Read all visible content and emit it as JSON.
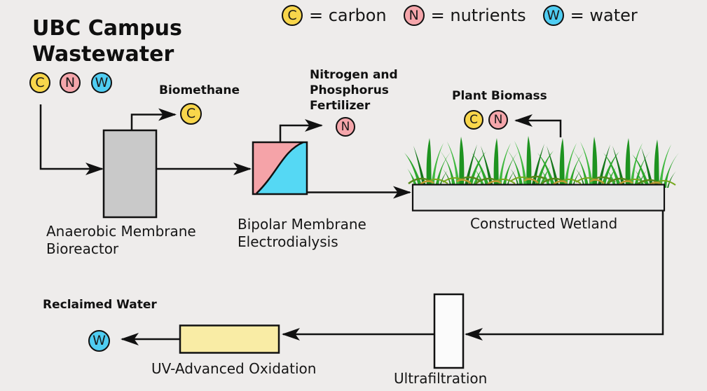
{
  "legend": {
    "items": [
      {
        "symbol": "C",
        "label": "= carbon"
      },
      {
        "symbol": "N",
        "label": "= nutrients"
      },
      {
        "symbol": "W",
        "label": "= water"
      }
    ]
  },
  "colors": {
    "carbon_yellow": "#F8D64B",
    "nutrients_pink": "#F5A6AB",
    "water_cyan": "#4FCDF2",
    "bme_pink": "#F5A3A8",
    "bme_cyan": "#55D8F4",
    "reactor_gray": "#C9C9C9",
    "uv_yellow": "#F9ECA5",
    "background": "#EEECEB",
    "line_black": "#111111"
  },
  "source": {
    "title": "UBC Campus\nWastewater",
    "tokens": [
      "C",
      "N",
      "W"
    ]
  },
  "nodes": {
    "anaerobic": {
      "label": "Anaerobic Membrane\nBioreactor"
    },
    "bipolar": {
      "label": "Bipolar Membrane\nElectrodialysis"
    },
    "wetland": {
      "label": "Constructed Wetland"
    },
    "ultrafiltration": {
      "label": "Ultrafiltration"
    },
    "uv": {
      "label": "UV-Advanced Oxidation"
    }
  },
  "outputs": {
    "biomethane": {
      "label": "Biomethane",
      "token": "C"
    },
    "fertilizer": {
      "label": "Nitrogen and\nPhosphorus\nFertilizer",
      "token": "N"
    },
    "plant_biomass": {
      "label": "Plant Biomass",
      "tokens": [
        "C",
        "N"
      ]
    },
    "reclaimed_water": {
      "label": "Reclaimed Water",
      "token": "W"
    }
  }
}
